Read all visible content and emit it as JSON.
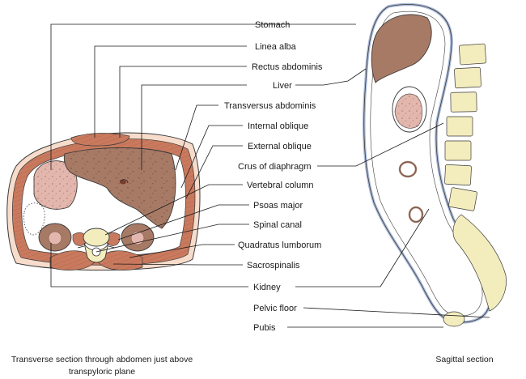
{
  "labels": {
    "stomach": "Stomach",
    "linea_alba": "Linea alba",
    "rectus_abdominis": "Rectus abdominis",
    "liver": "Liver",
    "transversus_abdominis": "Transversus abdominis",
    "internal_oblique": "Internal oblique",
    "external_oblique": "External oblique",
    "crus_of_diaphragm": "Crus of diaphragm",
    "vertebral_column": "Vertebral column",
    "psoas_major": "Psoas major",
    "spinal_canal": "Spinal canal",
    "quadratus_lumborum": "Quadratus lumborum",
    "sacrospinalis": "Sacrospinalis",
    "kidney": "Kidney",
    "pelvic_floor": "Pelvic floor",
    "pubis": "Pubis"
  },
  "captions": {
    "transverse_line1": "Transverse section through abdomen just above",
    "transverse_line2": "transpyloric plane",
    "sagittal": "Sagittal section"
  },
  "colors": {
    "muscle": "#c97a5e",
    "organ": "#a77a66",
    "stomach_pink": "#e3b7ad",
    "bone": "#f3ecbd",
    "outline": "#3a3a3a",
    "peritoneum": "#a9b9d6"
  }
}
